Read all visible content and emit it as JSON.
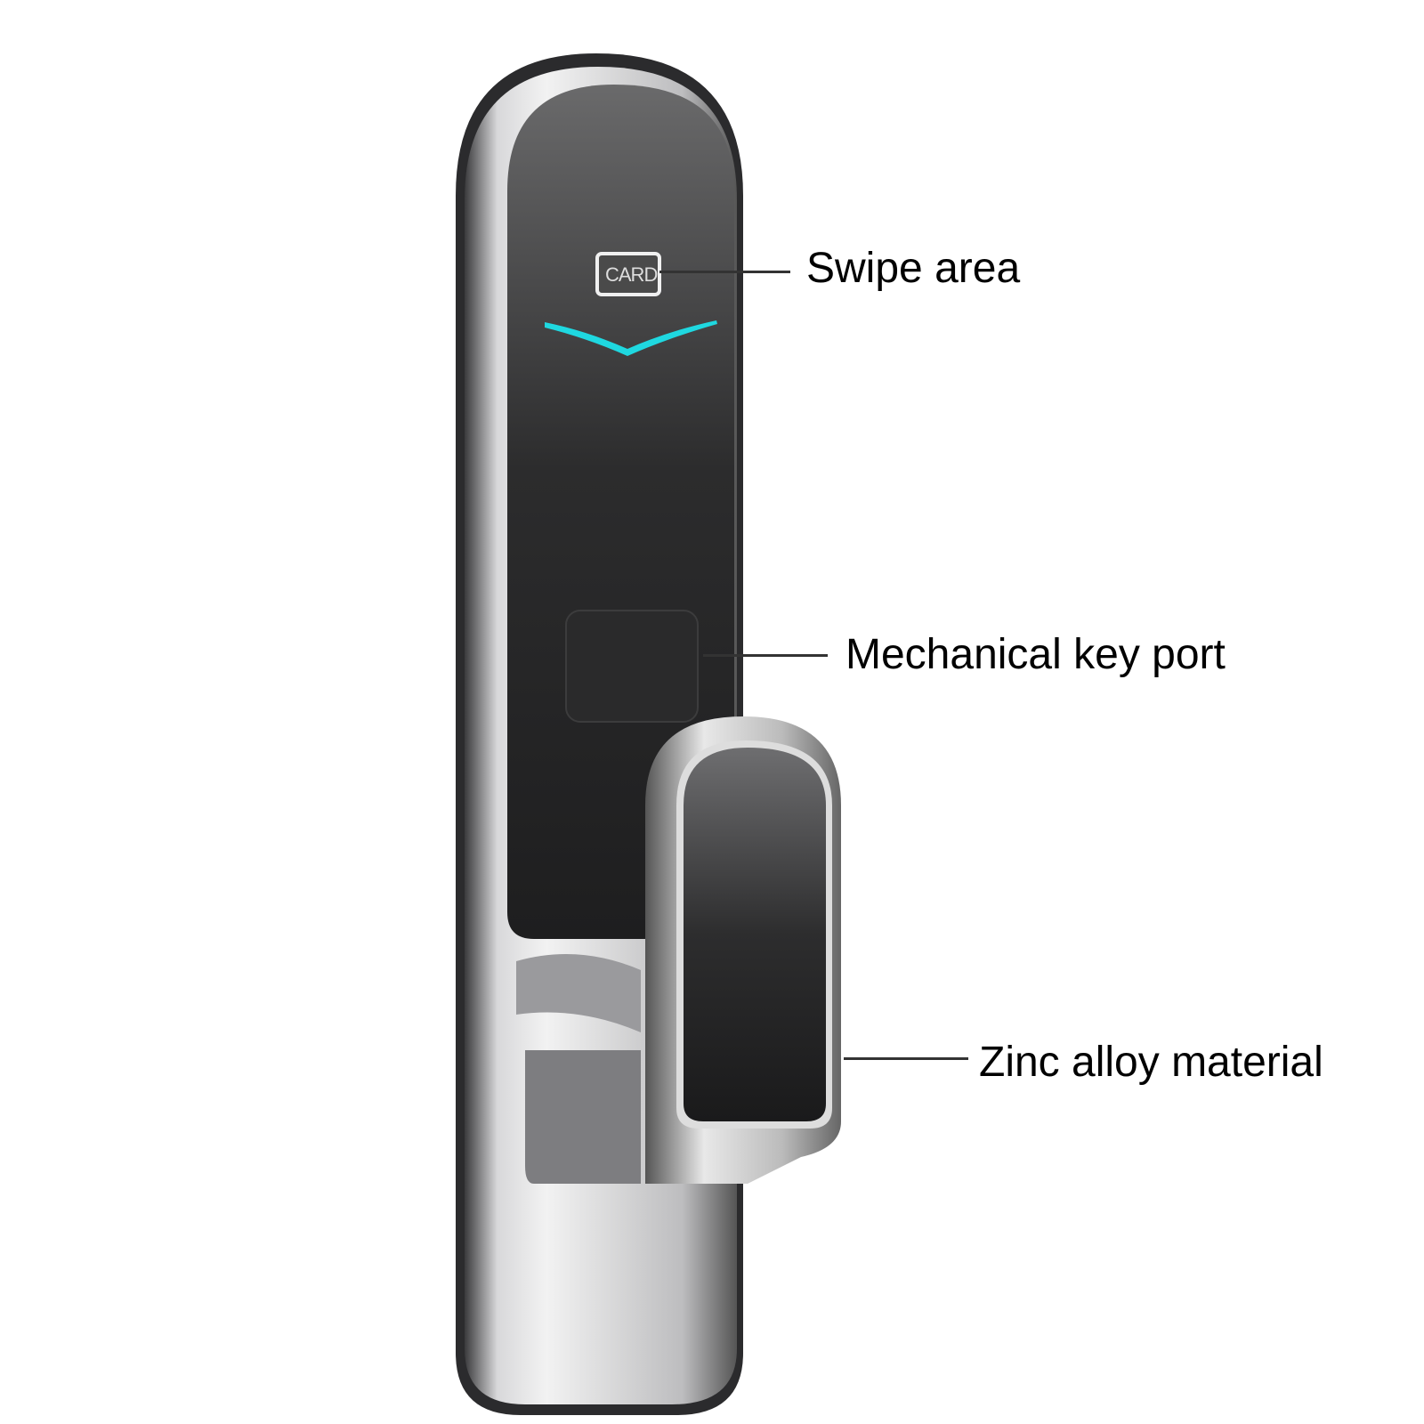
{
  "product": {
    "card_icon_text": "CARD",
    "indicator_color": "#1fd8e0"
  },
  "annotations": [
    {
      "label": "Swipe area"
    },
    {
      "label": "Mechanical key port"
    },
    {
      "label": "Zinc alloy material"
    }
  ]
}
